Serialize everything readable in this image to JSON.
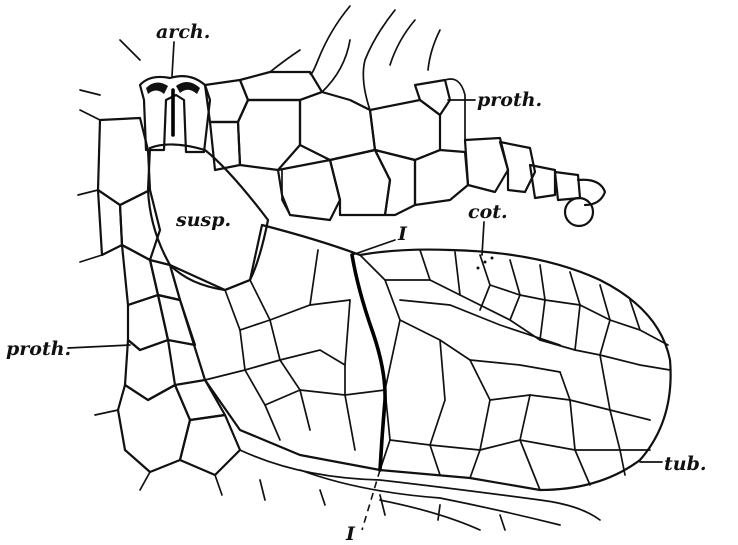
{
  "labels": {
    "archegonium": "arch.",
    "prothallus_upper": "proth.",
    "suspensor": "susp.",
    "cotyledon": "cot.",
    "division_plane_top": "I",
    "prothallus_left": "proth.",
    "tuber": "tub.",
    "division_plane_bottom": "I"
  }
}
